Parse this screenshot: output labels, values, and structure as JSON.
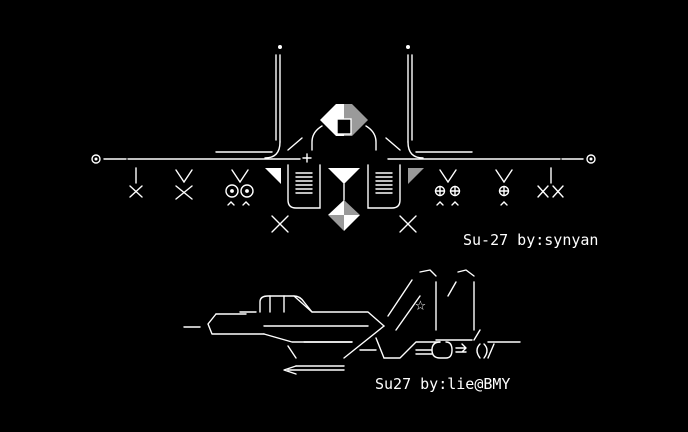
{
  "captions": {
    "top": "Su-27 by:synyan",
    "bottom": "Su27 by:lie@BMY"
  },
  "art": {
    "top_figure": "Su-27 front view (ASCII art)",
    "bottom_figure": "Su-27 side view (ASCII art)",
    "star_glyph": "☆"
  },
  "colors": {
    "background": "#000000",
    "foreground": "#ffffff",
    "shade": "#9a9a9a"
  }
}
